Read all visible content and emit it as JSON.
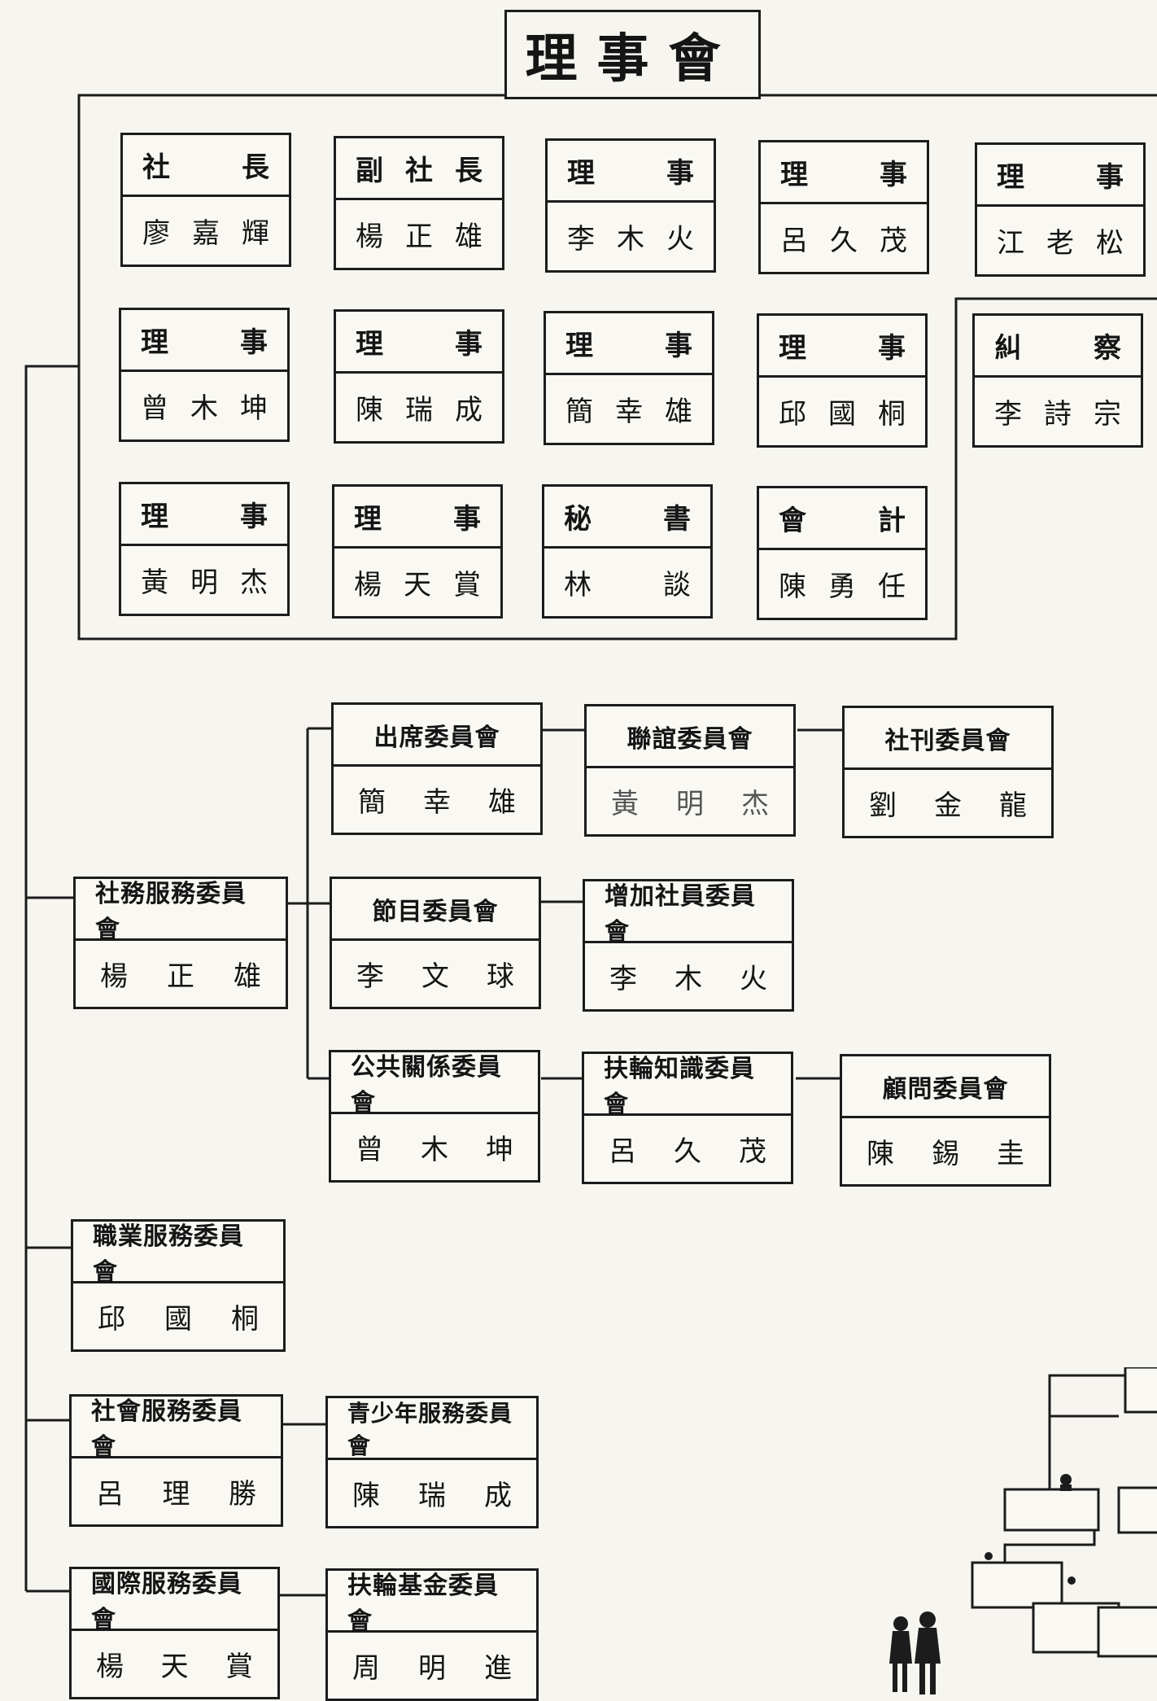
{
  "title": "理事會",
  "board": [
    {
      "role": [
        "社",
        "長"
      ],
      "name": [
        "廖",
        "嘉",
        "輝"
      ]
    },
    {
      "role": [
        "副",
        "社",
        "長"
      ],
      "name": [
        "楊",
        "正",
        "雄"
      ]
    },
    {
      "role": [
        "理",
        "事"
      ],
      "name": [
        "李",
        "木",
        "火"
      ]
    },
    {
      "role": [
        "理",
        "事"
      ],
      "name": [
        "呂",
        "久",
        "茂"
      ]
    },
    {
      "role": [
        "理",
        "事"
      ],
      "name": [
        "江",
        "老",
        "松"
      ]
    },
    {
      "role": [
        "理",
        "事"
      ],
      "name": [
        "曾",
        "木",
        "坤"
      ]
    },
    {
      "role": [
        "理",
        "事"
      ],
      "name": [
        "陳",
        "瑞",
        "成"
      ]
    },
    {
      "role": [
        "理",
        "事"
      ],
      "name": [
        "簡",
        "幸",
        "雄"
      ]
    },
    {
      "role": [
        "理",
        "事"
      ],
      "name": [
        "邱",
        "國",
        "桐"
      ]
    },
    {
      "role": [
        "糾",
        "察"
      ],
      "name": [
        "李",
        "詩",
        "宗"
      ]
    },
    {
      "role": [
        "理",
        "事"
      ],
      "name": [
        "黃",
        "明",
        "杰"
      ]
    },
    {
      "role": [
        "理",
        "事"
      ],
      "name": [
        "楊",
        "天",
        "賞"
      ]
    },
    {
      "role": [
        "秘",
        "書"
      ],
      "name": [
        "林",
        "談"
      ]
    },
    {
      "role": [
        "會",
        "計"
      ],
      "name": [
        "陳",
        "勇",
        "任"
      ]
    }
  ],
  "committees": [
    {
      "title": "出席委員會",
      "name": [
        "簡",
        "幸",
        "雄"
      ]
    },
    {
      "title": "聯誼委員會",
      "name": [
        "黃",
        "明",
        "杰"
      ]
    },
    {
      "title": "社刊委員會",
      "name": [
        "劉",
        "金",
        "龍"
      ]
    },
    {
      "title": "社務服務委員會",
      "name": [
        "楊",
        "正",
        "雄"
      ]
    },
    {
      "title": "節目委員會",
      "name": [
        "李",
        "文",
        "球"
      ]
    },
    {
      "title": "增加社員委員會",
      "name": [
        "李",
        "木",
        "火"
      ]
    },
    {
      "title": "公共關係委員會",
      "name": [
        "曾",
        "木",
        "坤"
      ]
    },
    {
      "title": "扶輪知識委員會",
      "name": [
        "呂",
        "久",
        "茂"
      ]
    },
    {
      "title": "顧問委員會",
      "name": [
        "陳",
        "錫",
        "圭"
      ]
    },
    {
      "title": "職業服務委員會",
      "name": [
        "邱",
        "國",
        "桐"
      ]
    },
    {
      "title": "社會服務委員會",
      "name": [
        "呂",
        "理",
        "勝"
      ]
    },
    {
      "title": "青少年服務委員會",
      "name": [
        "陳",
        "瑞",
        "成"
      ]
    },
    {
      "title": "國際服務委員會",
      "name": [
        "楊",
        "天",
        "賞"
      ]
    },
    {
      "title": "扶輪基金委員會",
      "name": [
        "周",
        "明",
        "進"
      ]
    }
  ]
}
